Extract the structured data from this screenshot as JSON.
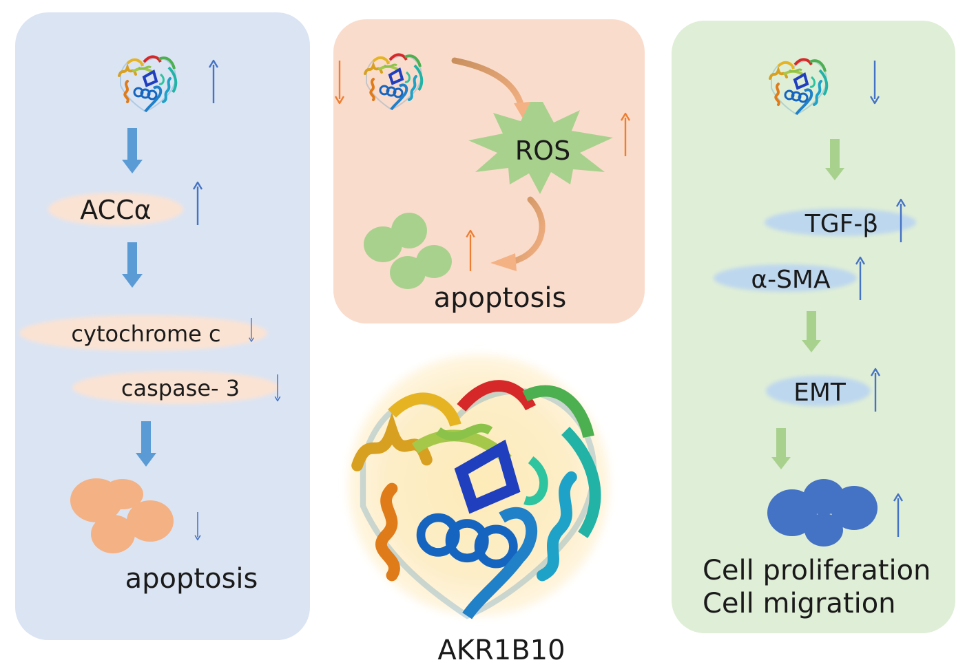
{
  "left_panel": {
    "label_acc": "ACCα",
    "label_cytochrome": "cytochrome c",
    "label_caspase": "caspase- 3",
    "label_apoptosis": "apoptosis"
  },
  "middle_panel": {
    "label_ros": "ROS",
    "label_apoptosis": "apoptosis"
  },
  "right_panel": {
    "label_tgf": "TGF-β",
    "label_sma": "α-SMA",
    "label_emt": "EMT",
    "label_proliferation": "Cell proliferation",
    "label_migration": "Cell migration"
  },
  "center": {
    "protein_name": "AKR1B10"
  },
  "colors": {
    "left_panel_bg": "#dbe4f3",
    "middle_panel_bg": "#fadccc",
    "right_panel_bg": "#dfeed7",
    "up_arrow_blue": "#4472c4",
    "up_arrow_orange": "#ed7d31",
    "flow_arrow_blue": "#5b9bd5",
    "flow_arrow_green": "#a9d18e",
    "ellipse_peach": "#fbe3d3",
    "ellipse_blue": "#bdd7ee",
    "cell_orange": "#f4b183",
    "cell_green": "#a9d18e",
    "cell_blue": "#4472c4",
    "ros_star": "#a9d18e"
  },
  "icons": [
    "protein-structure-icon",
    "up-arrow-icon",
    "down-arrow-icon",
    "ros-star-icon",
    "cell-cluster-icon"
  ]
}
